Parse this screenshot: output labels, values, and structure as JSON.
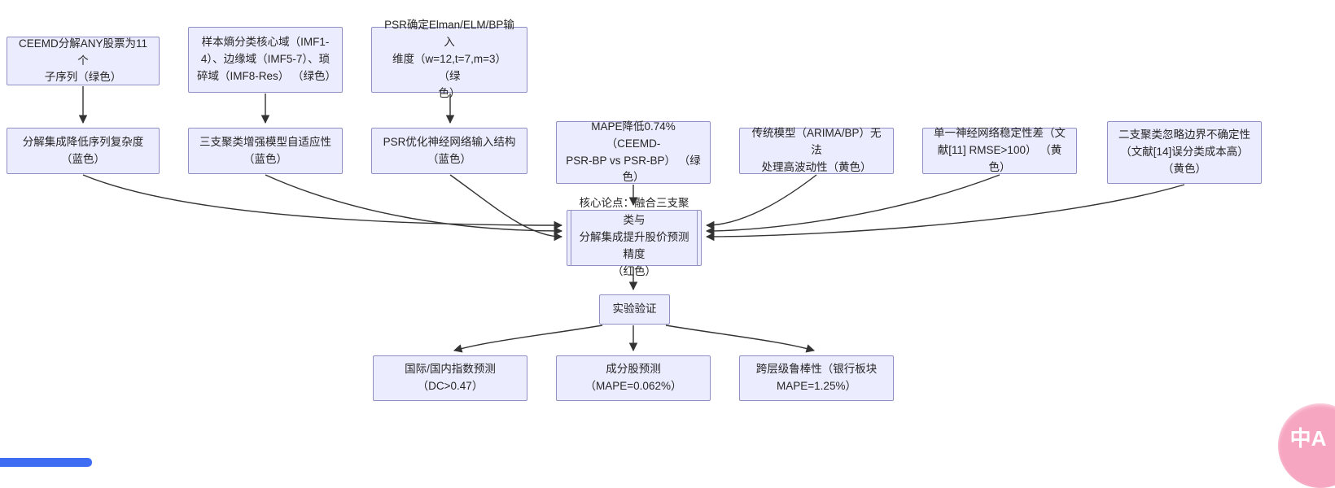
{
  "diagram": {
    "type": "flowchart",
    "background": "#ffffff",
    "node_fill": "#ECECFF",
    "node_border": "#9190C2",
    "arrow_color": "#333333",
    "nodes": {
      "ceemd_decompose": {
        "label": "CEEMD分解ANY股票为11个\n子序列（绿色）",
        "color_tag": "绿色"
      },
      "sample_entropy": {
        "label": "样本熵分类核心域（IMF1-\n4）、边缘域（IMF5-7）、琐\n碎域（IMF8-Res） （绿色）",
        "color_tag": "绿色"
      },
      "psr_dimension": {
        "label": "PSR确定Elman/ELM/BP输入\n维度（w=12,t=7,m=3） （绿\n色）",
        "color_tag": "绿色"
      },
      "decompose_ensemble": {
        "label": "分解集成降低序列复杂度\n（蓝色）",
        "color_tag": "蓝色"
      },
      "three_way_clustering": {
        "label": "三支聚类增强模型自适应性\n（蓝色）",
        "color_tag": "蓝色"
      },
      "psr_optimize": {
        "label": "PSR优化神经网络输入结构\n（蓝色）",
        "color_tag": "蓝色"
      },
      "mape_reduce": {
        "label": "MAPE降低0.74%（CEEMD-\nPSR-BP vs PSR-BP） （绿\n色）",
        "color_tag": "绿色"
      },
      "traditional_model": {
        "label": "传统模型（ARIMA/BP）无法\n处理高波动性（黄色）",
        "color_tag": "黄色"
      },
      "single_network": {
        "label": "单一神经网络稳定性差（文\n献[11] RMSE>100） （黄色）",
        "color_tag": "黄色"
      },
      "two_way_clustering": {
        "label": "二支聚类忽略边界不确定性\n（文献[14]误分类成本高）\n（黄色）",
        "color_tag": "黄色"
      },
      "core_thesis": {
        "label": "核心论点：融合三支聚类与\n分解集成提升股价预测精度\n（红色）",
        "color_tag": "红色"
      },
      "experiment": {
        "label": "实验验证"
      },
      "index_prediction": {
        "label": "国际/国内指数预测\n（DC>0.47）"
      },
      "component_stock": {
        "label": "成分股预测\n（MAPE=0.062%）"
      },
      "cross_level": {
        "label": "跨层级鲁棒性（银行板块\nMAPE=1.25%）"
      }
    }
  },
  "overlay": {
    "translate_button": {
      "label": "中A",
      "color": "#F7A6C1"
    },
    "scrollbar_thumb": {
      "color": "#3E6DF4"
    }
  }
}
